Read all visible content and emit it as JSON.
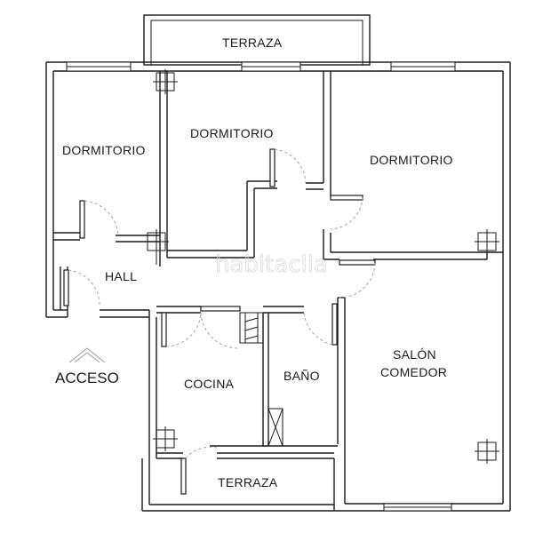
{
  "plan": {
    "rooms": {
      "terraza_top": "TERRAZA",
      "dormitorio_left": "DORMITORIO",
      "dormitorio_center": "DORMITORIO",
      "dormitorio_right": "DORMITORIO",
      "hall": "HALL",
      "acceso": "ACCESO",
      "cocina": "COCINA",
      "bano": "BAÑO",
      "salon_line1": "SALÓN",
      "salon_line2": "COMEDOR",
      "terraza_bottom": "TERRAZA"
    },
    "watermark": "habitaclia"
  }
}
